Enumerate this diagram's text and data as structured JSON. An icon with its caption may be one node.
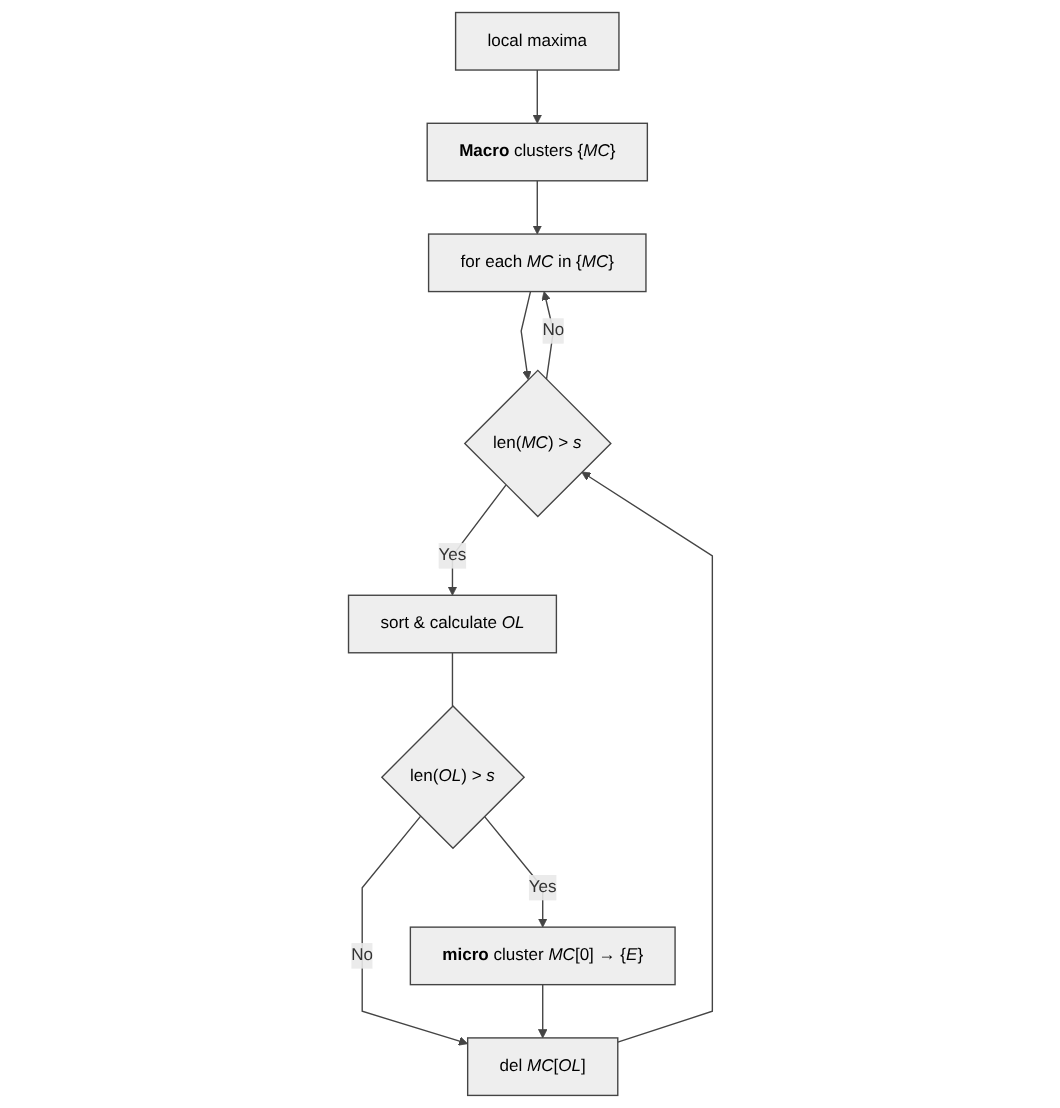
{
  "diagram": {
    "nodes": [
      {
        "text": [
          "local maxima"
        ]
      },
      {
        "text": [
          "**Macro** clusters {*MC*}"
        ]
      },
      {
        "text": [
          "for each *MC* in {*MC*}"
        ]
      },
      {
        "text": [
          "len(*MC*) > *s*"
        ]
      },
      {
        "text": [
          "sort & calculate *OL*"
        ]
      },
      {
        "text": [
          "len(*OL*) > *s*"
        ]
      },
      {
        "text": [
          "**micro** cluster *MC*[0] → {*E*}"
        ]
      },
      {
        "text": [
          "del *MC*[*OL*]"
        ]
      }
    ],
    "edges": [
      {
        "from": 0,
        "to": 1,
        "arrow": "to"
      },
      {
        "from": 1,
        "to": 2,
        "arrow": "to"
      },
      {
        "from": 2,
        "to": 3,
        "arrow": "to"
      },
      {
        "from": 3,
        "to": 2,
        "arrow": "to",
        "label": "No"
      },
      {
        "from": 3,
        "to": 4,
        "arrow": "to",
        "label": "Yes"
      },
      {
        "from": 4,
        "to": 5,
        "arrow": "none"
      },
      {
        "from": 5,
        "to": 6,
        "arrow": "to",
        "label": "Yes"
      },
      {
        "from": 5,
        "to": 7,
        "arrow": "to",
        "label": "No"
      },
      {
        "from": 6,
        "to": 7,
        "arrow": "to"
      },
      {
        "from": 7,
        "to": 3,
        "arrow": "to"
      }
    ]
  }
}
